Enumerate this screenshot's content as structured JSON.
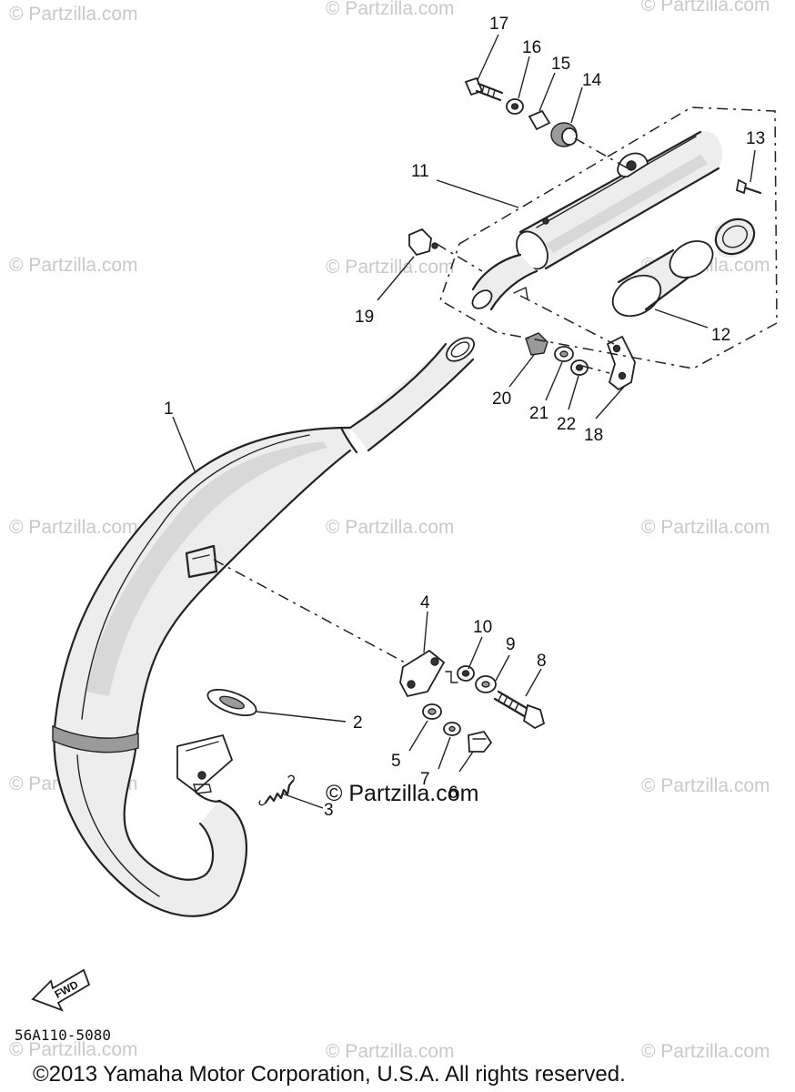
{
  "watermark": "© Partzilla.com",
  "center_watermark": "© Partzilla.com",
  "diagram_code": "56A110-5080",
  "copyright": "©2013 Yamaha Motor Corporation, U.S.A. All rights reserved.",
  "direction_label": "FWD",
  "callouts": {
    "c1": "1",
    "c2": "2",
    "c3": "3",
    "c4": "4",
    "c5": "5",
    "c6": "6",
    "c7": "7",
    "c8": "8",
    "c9": "9",
    "c10": "10",
    "c11": "11",
    "c12": "12",
    "c13": "13",
    "c14": "14",
    "c15": "15",
    "c16": "16",
    "c17": "17",
    "c18": "18",
    "c19": "19",
    "c20": "20",
    "c21": "21",
    "c22": "22"
  }
}
